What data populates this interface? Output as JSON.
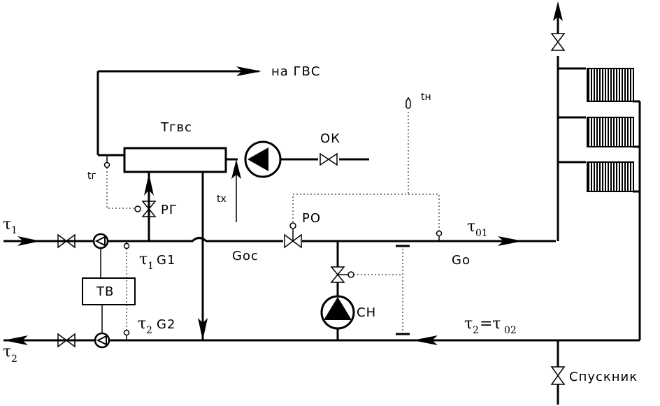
{
  "labels": {
    "na_gvs": "на ГВС",
    "t_gvs": "Тгвс",
    "t_n": "tн",
    "ok": "ОК",
    "t_g": "tг",
    "t_x": "tх",
    "rg": "РГ",
    "ro": "РО",
    "tau1_main": "τ",
    "tau1_sub": "1",
    "tau2_main": "τ",
    "tau2_sub": "2",
    "tau1G1_main": "τ",
    "tau1G1_sub": "1",
    "G1": "G1",
    "tau2G2_main": "τ",
    "tau2G2_sub": "2",
    "G2": "G2",
    "Goc": "Gос",
    "Go": "Gо",
    "tau01_main": "τ",
    "tau01_sub": "01",
    "tau2eq_main": "τ",
    "tau2eq_sub": "2",
    "tau2eq_eq": "=τ",
    "tau2eq_sub2": "02",
    "tv": "ТВ",
    "ch": "СН",
    "spusknik": "Спускник"
  }
}
